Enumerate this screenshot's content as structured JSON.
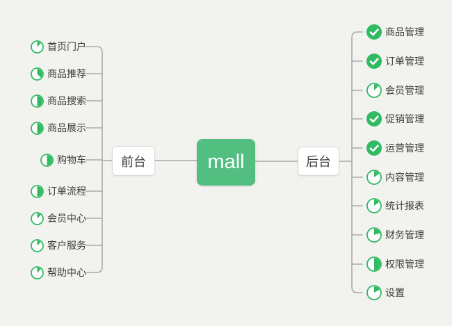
{
  "theme": {
    "background": "#f2f2ef",
    "line_color": "#a9a9a7",
    "icon_green": "#30ba62",
    "node_green": "#52be80",
    "label_color": "#3c3c3c"
  },
  "center_node": {
    "label": "mall"
  },
  "left_branch": {
    "label": "前台",
    "items": [
      {
        "label": "首页门户",
        "icon": {
          "type": "pie",
          "fraction": 0.125
        }
      },
      {
        "label": "商品推荐",
        "icon": {
          "type": "pie",
          "fraction": 0.375
        }
      },
      {
        "label": "商品搜索",
        "icon": {
          "type": "pie",
          "fraction": 0.5
        }
      },
      {
        "label": "商品展示",
        "icon": {
          "type": "pie",
          "fraction": 0.5
        }
      },
      {
        "label": "购物车",
        "icon": {
          "type": "pie",
          "fraction": 0.5
        }
      },
      {
        "label": "订单流程",
        "icon": {
          "type": "pie",
          "fraction": 0.5
        }
      },
      {
        "label": "会员中心",
        "icon": {
          "type": "pie",
          "fraction": 0.125
        }
      },
      {
        "label": "客户服务",
        "icon": {
          "type": "pie",
          "fraction": 0.125
        }
      },
      {
        "label": "帮助中心",
        "icon": {
          "type": "pie",
          "fraction": 0.125
        }
      }
    ]
  },
  "right_branch": {
    "label": "后台",
    "items": [
      {
        "label": "商品管理",
        "icon": {
          "type": "check"
        }
      },
      {
        "label": "订单管理",
        "icon": {
          "type": "check"
        }
      },
      {
        "label": "会员管理",
        "icon": {
          "type": "pie",
          "fraction": 0.125
        }
      },
      {
        "label": "促销管理",
        "icon": {
          "type": "check"
        }
      },
      {
        "label": "运营管理",
        "icon": {
          "type": "check"
        }
      },
      {
        "label": "内容管理",
        "icon": {
          "type": "pie",
          "fraction": 0.15
        }
      },
      {
        "label": "统计报表",
        "icon": {
          "type": "pie",
          "fraction": 0.15
        }
      },
      {
        "label": "财务管理",
        "icon": {
          "type": "pie",
          "fraction": 0.2
        }
      },
      {
        "label": "权限管理",
        "icon": {
          "type": "pie",
          "fraction": 0.5
        }
      },
      {
        "label": "设置",
        "icon": {
          "type": "pie",
          "fraction": 0.17
        }
      }
    ]
  }
}
